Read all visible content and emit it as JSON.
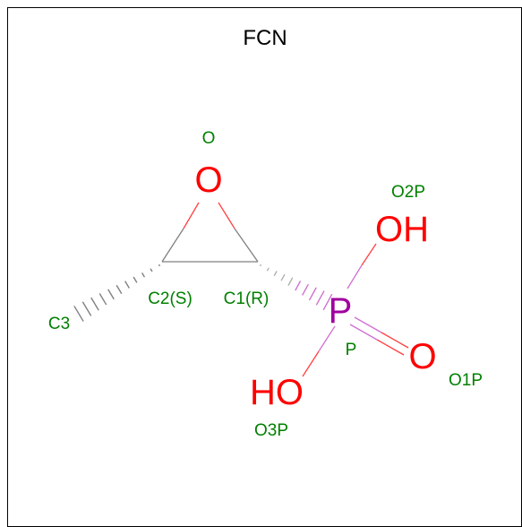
{
  "title": "FCN",
  "colors": {
    "carbon_bond": "#808080",
    "oxygen": "#ff0000",
    "phosphorus": "#a000a0",
    "phosphorus_bond": "#d070d0",
    "atom_label": "#008000",
    "title": "#000000"
  },
  "atoms": {
    "O": {
      "symbol": "O",
      "name": "O"
    },
    "C1": {
      "name": "C1(R)"
    },
    "C2": {
      "name": "C2(S)"
    },
    "C3": {
      "name": "C3"
    },
    "P": {
      "symbol": "P",
      "name": "P"
    },
    "O1P": {
      "symbol": "O",
      "name": "O1P"
    },
    "O2P": {
      "symbol": "OH",
      "name": "O2P"
    },
    "O3P": {
      "symbol": "HO",
      "name": "O3P"
    }
  },
  "bonds": [
    {
      "from": "O",
      "to": "C1",
      "order": 1,
      "style": "plain"
    },
    {
      "from": "O",
      "to": "C2",
      "order": 1,
      "style": "plain"
    },
    {
      "from": "C1",
      "to": "C2",
      "order": 1,
      "style": "plain"
    },
    {
      "from": "C2",
      "to": "C3",
      "order": 1,
      "style": "hashed-wedge"
    },
    {
      "from": "C1",
      "to": "P",
      "order": 1,
      "style": "hashed-wedge"
    },
    {
      "from": "P",
      "to": "O1P",
      "order": 2,
      "style": "plain"
    },
    {
      "from": "P",
      "to": "O2P",
      "order": 1,
      "style": "plain"
    },
    {
      "from": "P",
      "to": "O3P",
      "order": 1,
      "style": "plain"
    }
  ]
}
